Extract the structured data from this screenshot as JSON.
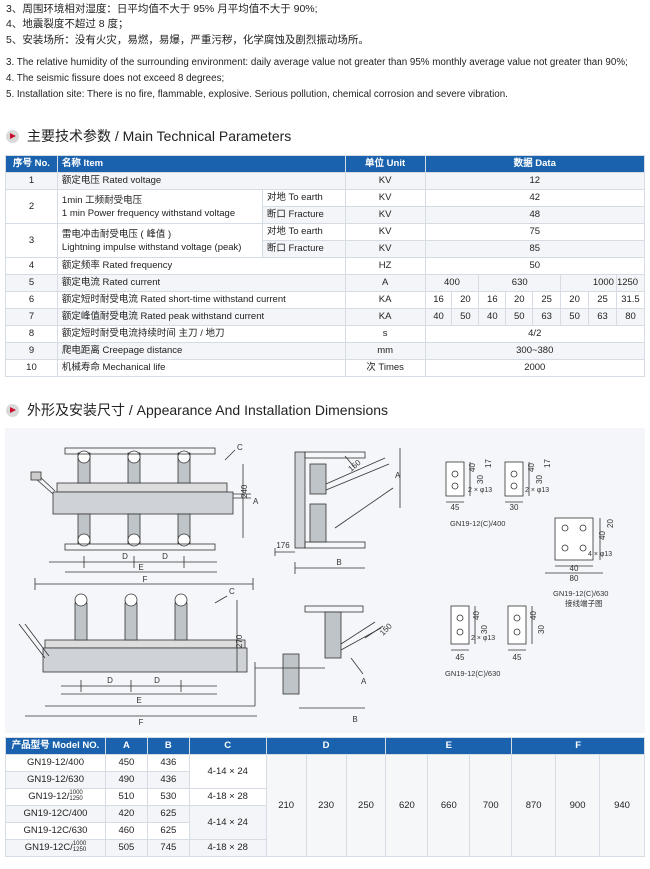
{
  "conditions": [
    "3、周围环境相对湿度：日平均值不大于 95% 月平均值不大于 90%;",
    "4、地震裂度不超过 8 度；",
    "5、安装场所：没有火灾，易燃，易爆，严重污秽，化学腐蚀及剧烈振动场所。",
    "3. The relative humidity of the surrounding environment: daily average value not greater than 95% monthly average value not greater than 90%;",
    "4. The seismic fissure does not exceed 8 degrees;",
    "5. Installation site: There is no fire, flammable, explosive. Serious pollution, chemical corrosion and severe vibration."
  ],
  "section1_title": "主要技术参数 / Main Technical Parameters",
  "section2_title": "外形及安装尺寸 / Appearance And Installation Dimensions",
  "params": {
    "headers": [
      "序号 No.",
      "名称 Item",
      "单位 Unit",
      "数据 Data"
    ],
    "r1": {
      "no": "1",
      "item": "额定电压 Rated voltage",
      "unit": "KV",
      "data": "12"
    },
    "r2": {
      "no": "2",
      "item1": "1min 工频耐受电压",
      "item2": "1 min Power frequency withstand voltage",
      "sub1": "对地 To earth",
      "sub2": "断口 Fracture",
      "unit1": "KV",
      "unit2": "KV",
      "data1": "42",
      "data2": "48"
    },
    "r3": {
      "no": "3",
      "item1": "雷电冲击耐受电压 ( 峰值 )",
      "item2": "Lightning impulse withstand voltage (peak)",
      "sub1": "对地 To earth",
      "sub2": "断口 Fracture",
      "unit1": "KV",
      "unit2": "KV",
      "data1": "75",
      "data2": "85"
    },
    "r4": {
      "no": "4",
      "item": "额定频率 Rated frequency",
      "unit": "HZ",
      "data": "50"
    },
    "r5": {
      "no": "5",
      "item": "额定电流 Rated current",
      "unit": "A",
      "d1": "400",
      "d2": "630",
      "d3": "1000",
      "d4": "1250"
    },
    "r6": {
      "no": "6",
      "item": "额定短时耐受电流 Rated short-time withstand current",
      "unit": "KA",
      "vals": [
        "16",
        "20",
        "16",
        "20",
        "25",
        "20",
        "25",
        "31.5"
      ]
    },
    "r7": {
      "no": "7",
      "item": "额定峰值耐受电流 Rated peak withstand current",
      "unit": "KA",
      "vals": [
        "40",
        "50",
        "40",
        "50",
        "63",
        "50",
        "63",
        "80"
      ]
    },
    "r8": {
      "no": "8",
      "item": "额定短时耐受电流持续时间 主刀 / 地刀",
      "unit": "s",
      "data": "4/2"
    },
    "r9": {
      "no": "9",
      "item": "爬电距离 Creepage distance",
      "unit": "mm",
      "data": "300~380"
    },
    "r10": {
      "no": "10",
      "item": "机械寿命 Mechanical life",
      "unit": "次 Times",
      "data": "2000"
    }
  },
  "drawing": {
    "d1": "D",
    "d2": "D",
    "e": "E",
    "f": "F",
    "c": "C",
    "a": "A",
    "b": "B",
    "n240": "240",
    "n176": "176",
    "n150": "150",
    "n270": "270",
    "small1": {
      "w1": "45",
      "h1": "40",
      "h2": "30",
      "h3": "17",
      "hole": "2 × φ13"
    },
    "small2": {
      "w1": "30",
      "h1": "40",
      "h2": "30",
      "h3": "17",
      "hole": "2 × φ13"
    },
    "cap400": "GN19-12(C)/400",
    "big": {
      "w1": "40",
      "w2": "80",
      "h1": "40",
      "h2": "20",
      "hole": "4 × φ13"
    },
    "cap630a": "GN19-12(C)/630",
    "cap630b": "接线端子图",
    "small3": {
      "w1": "45",
      "h1": "40",
      "h2": "30",
      "hole": "2 × φ13"
    },
    "small4": {
      "w1": "45",
      "h1": "40",
      "h2": "30"
    },
    "cap630c": "GN19-12(C)/630"
  },
  "models": {
    "headers": [
      "产品型号 Model NO.",
      "A",
      "B",
      "C",
      "D",
      "E",
      "F"
    ],
    "rows": [
      {
        "model": "GN19-12/400",
        "a": "450",
        "b": "436"
      },
      {
        "model": "GN19-12/630",
        "a": "490",
        "b": "436"
      },
      {
        "model": "GN19-12/",
        "sup1": "1000",
        "sup2": "1250",
        "a": "510",
        "b": "530"
      },
      {
        "model": "GN19-12C/400",
        "a": "420",
        "b": "625"
      },
      {
        "model": "GN19-12C/630",
        "a": "460",
        "b": "625"
      },
      {
        "model": "GN19-12C/",
        "sup1": "1000",
        "sup2": "1250",
        "a": "505",
        "b": "745"
      }
    ],
    "c_vals": [
      "4-14 × 24",
      "4-18 × 28",
      "4-14 × 24",
      "4-18 × 28"
    ],
    "d_vals": [
      "210",
      "230",
      "250"
    ],
    "e_vals": [
      "620",
      "660",
      "700"
    ],
    "f_vals": [
      "870",
      "900",
      "940"
    ]
  }
}
